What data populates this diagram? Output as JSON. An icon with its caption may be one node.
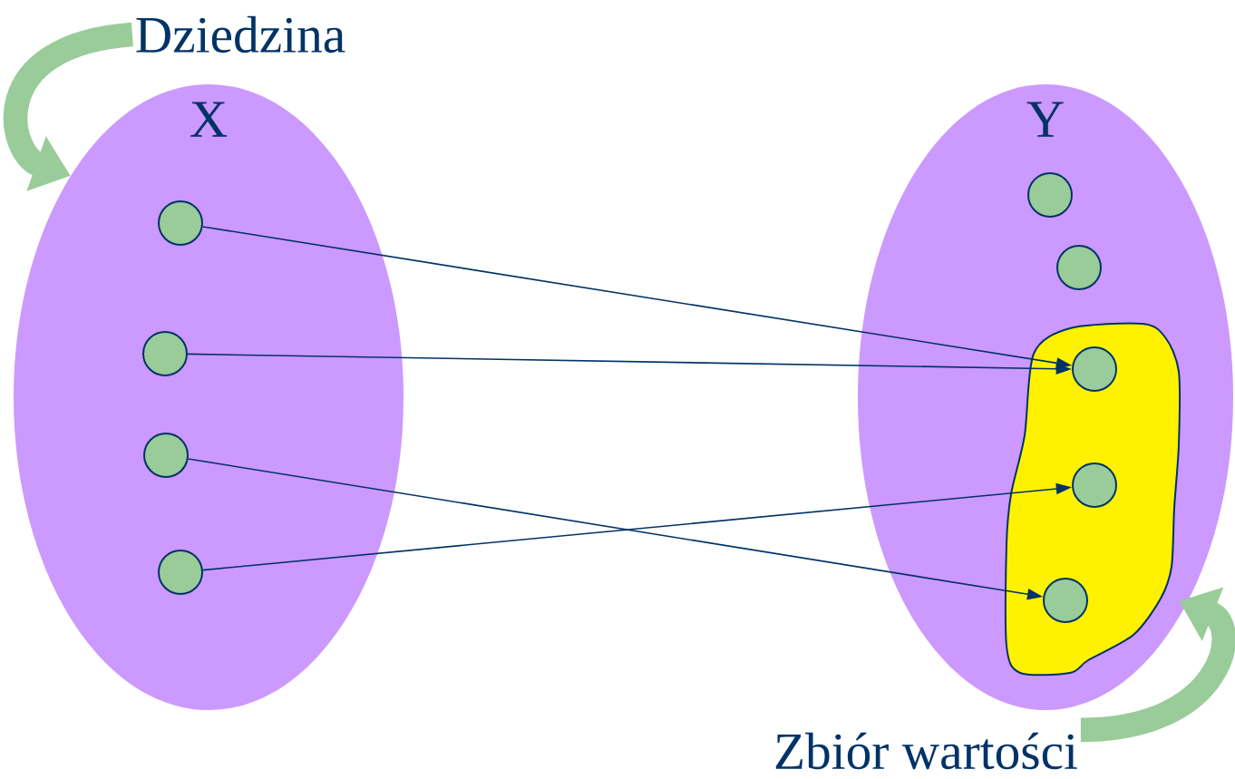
{
  "diagram": {
    "nodes": [
      {
        "text": [
          "X"
        ]
      },
      {
        "text": [],
        "shape": "circle",
        "in": 0
      },
      {
        "text": [],
        "shape": "circle",
        "in": 0
      },
      {
        "text": [],
        "shape": "circle",
        "in": 0
      },
      {
        "text": [],
        "shape": "circle",
        "in": 0
      },
      {
        "text": [
          "Y"
        ]
      },
      {
        "text": [],
        "shape": "circle",
        "in": 5
      },
      {
        "text": [],
        "shape": "circle",
        "in": 5
      },
      {
        "text": [],
        "shape": "blob",
        "in": 5
      },
      {
        "text": [],
        "shape": "circle",
        "in": 8
      },
      {
        "text": [],
        "shape": "circle",
        "in": 8
      },
      {
        "text": [],
        "shape": "circle",
        "in": 8
      },
      {
        "text": [
          "Dziedzina"
        ]
      },
      {
        "text": [
          "Zbiór wartości"
        ]
      }
    ],
    "edges": [
      {
        "from": 1,
        "to": 9,
        "arrow": "to"
      },
      {
        "from": 2,
        "to": 9,
        "arrow": "to"
      },
      {
        "from": 3,
        "to": 11,
        "arrow": "to"
      },
      {
        "from": 4,
        "to": 10,
        "arrow": "to"
      },
      {
        "from": 12,
        "to": 0,
        "arrow": "to",
        "style": "thick",
        "color": "#99cc99"
      },
      {
        "from": 13,
        "to": 8,
        "arrow": "to",
        "style": "thick",
        "color": "#99cc99"
      }
    ]
  }
}
